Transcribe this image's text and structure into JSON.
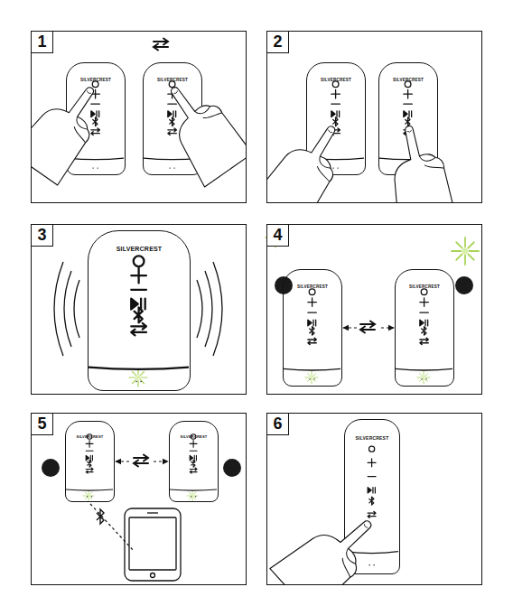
{
  "diagram": {
    "nodes": [
      {
        "text": [
          "1"
        ]
      },
      {
        "text": [
          "SILVERCREST"
        ],
        "in": 0
      },
      {
        "text": [
          "SILVERCREST"
        ],
        "in": 0
      },
      {
        "text": [
          "2"
        ]
      },
      {
        "text": [
          "SILVERCREST"
        ],
        "in": 3
      },
      {
        "text": [
          "SILVERCREST"
        ],
        "in": 3
      },
      {
        "text": [
          "3"
        ]
      },
      {
        "text": [
          "SILVERCREST"
        ],
        "in": 6
      },
      {
        "text": [
          "4"
        ]
      },
      {
        "text": [
          "SILVERCREST"
        ],
        "in": 8
      },
      {
        "text": [
          "SILVERCREST"
        ],
        "in": 8
      },
      {
        "text": [
          "5"
        ]
      },
      {
        "text": [
          "SILVERCREST"
        ],
        "in": 11
      },
      {
        "text": [
          "SILVERCREST"
        ],
        "in": 11
      },
      {
        "text": [
          "6"
        ]
      },
      {
        "text": [
          "SILVERCREST"
        ],
        "in": 14
      }
    ],
    "edges": [
      {
        "from": 9,
        "to": 10,
        "arrow": "both"
      },
      {
        "from": 12,
        "to": 13,
        "arrow": "both"
      }
    ]
  }
}
